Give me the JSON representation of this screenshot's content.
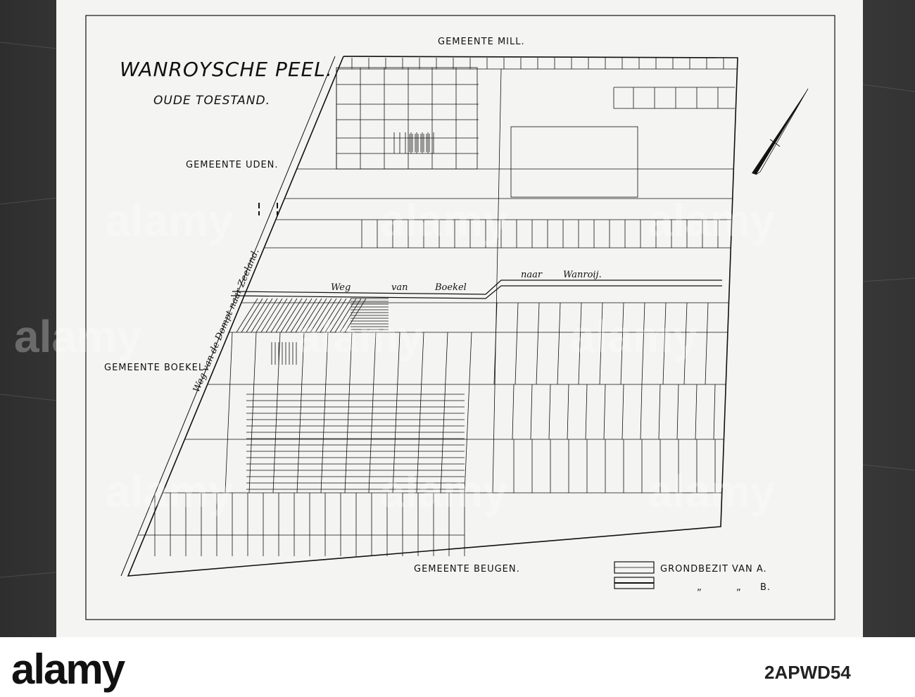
{
  "map": {
    "title": "WANROYSCHE PEEL.",
    "subtitle": "OUDE TOESTAND.",
    "labels": {
      "north": "GEMEENTE MILL.",
      "west_upper": "GEMEENTE UDEN.",
      "west_lower": "GEMEENTE BOEKEL.",
      "south": "GEMEENTE BEUGEN."
    },
    "roads": {
      "west_road": "Weg van de Dompt naar Zeeland.",
      "road_left_1": "Weg",
      "road_left_2": "van",
      "road_left_3": "Boekel",
      "road_right_1": "naar",
      "road_right_2": "Wanroij."
    },
    "legend": {
      "a_label": "GRONDBEZIT VAN A.",
      "b_quote1": "„",
      "b_quote2": "„",
      "b_label": "B."
    },
    "colors": {
      "paper": "#f4f4f2",
      "ink": "#111111",
      "wood": "#4a4a4a"
    },
    "icons": {
      "north_arrow": "north-arrow-icon"
    }
  },
  "watermark": {
    "text": "alamy"
  },
  "footer": {
    "brand": "alamy",
    "stock_id": "2APWD54",
    "meta": ""
  }
}
